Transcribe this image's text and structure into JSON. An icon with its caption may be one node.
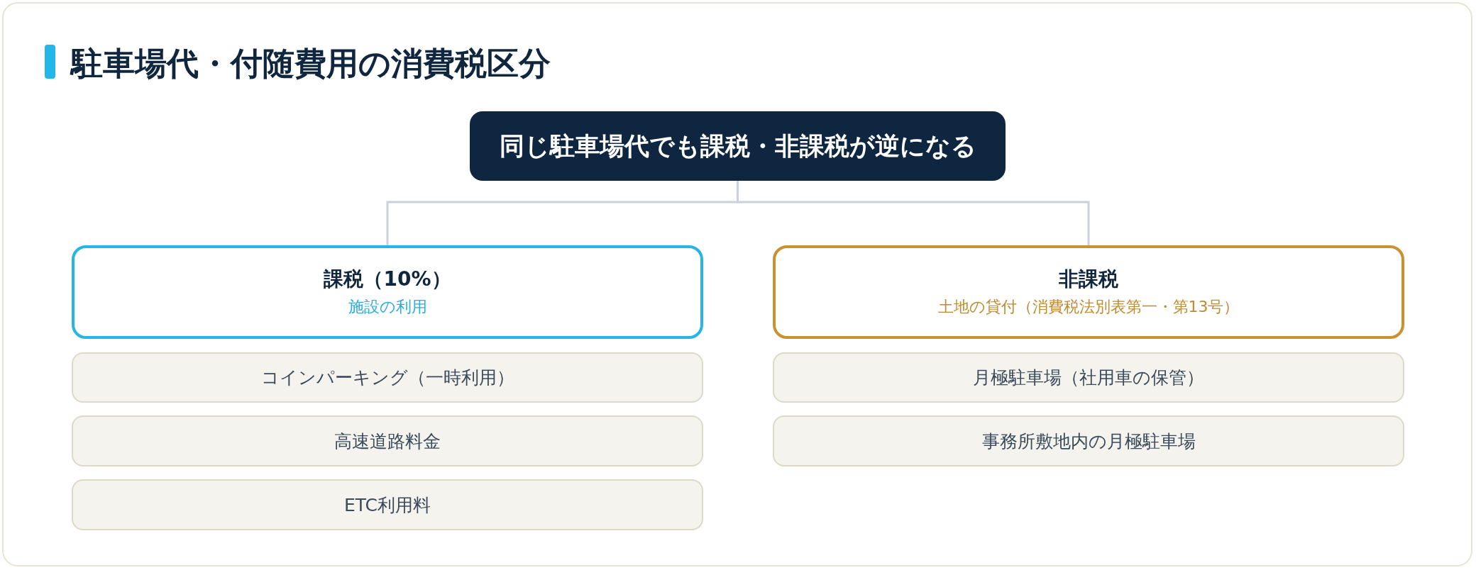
{
  "diagram": {
    "title": "駐車場代・付随費用の消費税区分",
    "nodes": [
      {
        "text": [
          "同じ駐車場代でも課税・非課税が逆になる"
        ]
      },
      {
        "text": [
          "課税（10%）",
          "施設の利用"
        ]
      },
      {
        "text": [
          "コインパーキング（一時利用）"
        ]
      },
      {
        "text": [
          "高速道路料金"
        ]
      },
      {
        "text": [
          "ETC利用料"
        ]
      },
      {
        "text": [
          "非課税",
          "土地の貸付（消費税法別表第一・第13号）"
        ]
      },
      {
        "text": [
          "月極駐車場（社用車の保管）"
        ]
      },
      {
        "text": [
          "事務所敷地内の月極駐車場"
        ]
      }
    ],
    "edges": [
      {
        "from": 0,
        "to": 1,
        "arrow": "none"
      },
      {
        "from": 0,
        "to": 5,
        "arrow": "none"
      }
    ]
  }
}
